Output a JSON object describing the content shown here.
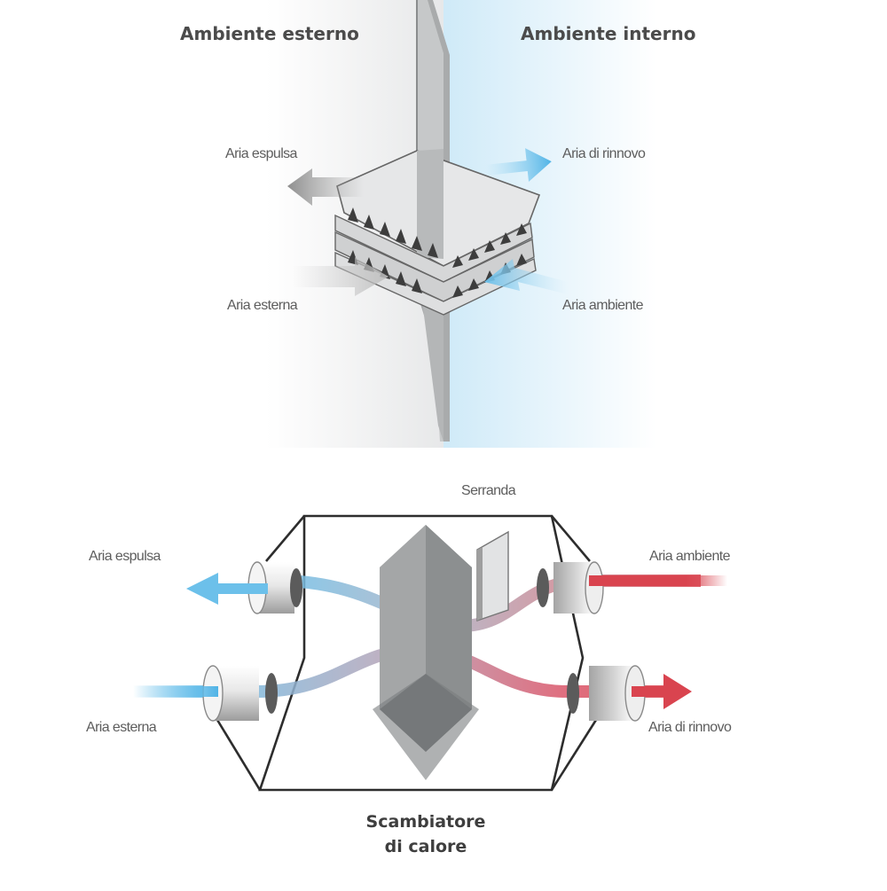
{
  "top": {
    "outdoor_title": "Ambiente esterno",
    "indoor_title": "Ambiente interno",
    "labels": {
      "exhaust": "Aria espulsa",
      "outdoor_air": "Aria esterna",
      "fresh_air": "Aria di rinnovo",
      "room_air": "Aria ambiente"
    }
  },
  "bottom": {
    "damper": "Serranda",
    "labels": {
      "exhaust": "Aria espulsa",
      "outdoor_air": "Aria esterna",
      "room_air": "Aria ambiente",
      "fresh_air": "Aria di rinnovo"
    },
    "heat_exchanger_line1": "Scambiatore",
    "heat_exchanger_line2": "di calore"
  },
  "colors": {
    "cold_air": "#5bb8e6",
    "warm_air": "#d9444f",
    "metal": "#9a9c9d"
  }
}
